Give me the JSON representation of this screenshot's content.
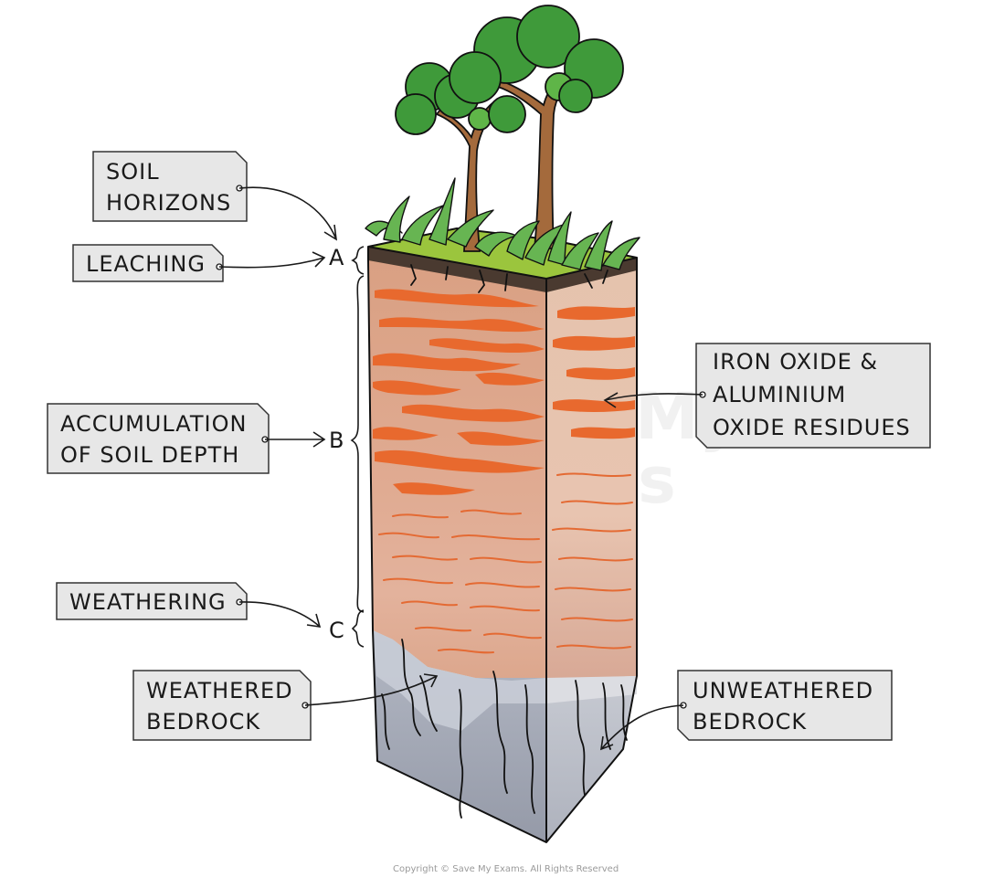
{
  "labels": {
    "soil_horizons": [
      "SOIL",
      "HORIZONS"
    ],
    "leaching": "LEACHING",
    "accumulation": [
      "ACCUMULATION",
      "OF SOIL DEPTH"
    ],
    "weathering": "WEATHERING",
    "weathered_bedrock": [
      "WEATHERED",
      "BEDROCK"
    ],
    "iron_oxide": [
      "IRON OXIDE &",
      "ALUMINIUM",
      "OXIDE RESIDUES"
    ],
    "unweathered_bedrock": [
      "UNWEATHERED",
      "BEDROCK"
    ]
  },
  "horizons": [
    "A",
    "B",
    "C"
  ],
  "watermark": [
    "Save My",
    "Exams"
  ],
  "copyright": "Copyright © Save My Exams. All Rights Reserved",
  "colors": {
    "label_box": "#e7e7e7",
    "topsoil_grass": "#9bc53d",
    "b_horizon": "#dca78d",
    "iron_oxide_streaks": "#e8692e",
    "bedrock": "#a3a8b5",
    "tree_foliage": "#3f9a3a",
    "trunk": "#a46a3c"
  }
}
